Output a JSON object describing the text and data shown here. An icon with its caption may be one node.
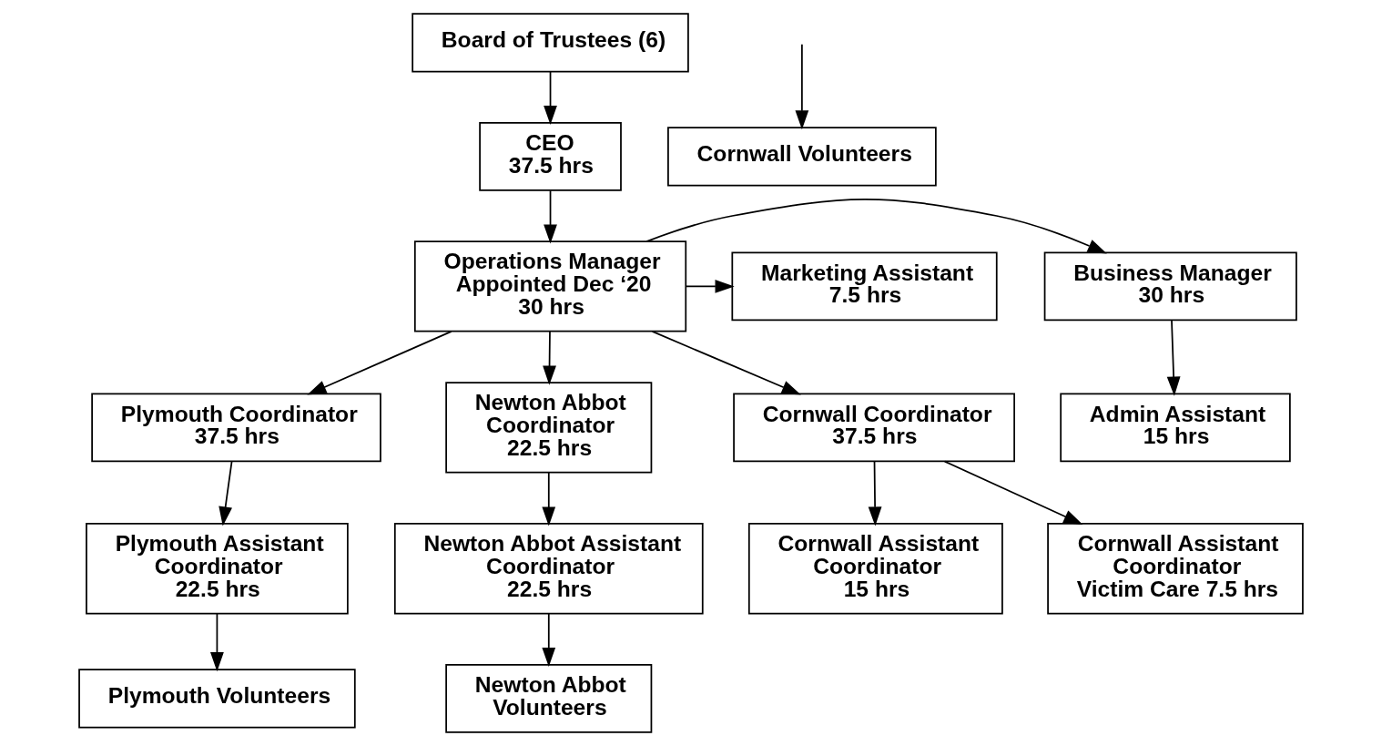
{
  "diagram": {
    "nodes": [
      {
        "text": [
          "Board of Trustees (6)"
        ]
      },
      {
        "text": [
          "CEO",
          "37.5 hrs"
        ]
      },
      {
        "text": [
          "Business Manager",
          "30 hrs"
        ]
      },
      {
        "text": [
          "Operations Manager",
          "Appointed Dec ‘20",
          "30 hrs"
        ]
      },
      {
        "text": [
          "Marketing Assistant",
          "7.5 hrs"
        ]
      },
      {
        "text": [
          "Admin Assistant",
          "15 hrs"
        ]
      },
      {
        "text": [
          "Plymouth Coordinator",
          "37.5 hrs"
        ]
      },
      {
        "text": [
          "Newton Abbot Coordinator",
          "22.5 hrs"
        ]
      },
      {
        "text": [
          "Cornwall Coordinator",
          "37.5 hrs"
        ]
      },
      {
        "text": [
          "Plymouth Assistant Coordinator",
          "22.5 hrs"
        ]
      },
      {
        "text": [
          "Newton Abbot Assistant Coordinator",
          "22.5 hrs"
        ]
      },
      {
        "text": [
          "Cornwall Assistant Coordinator",
          "15 hrs"
        ]
      },
      {
        "text": [
          "Cornwall Assistant Coordinator",
          "Victim Care 7.5 hrs"
        ]
      },
      {
        "text": [
          "Plymouth Volunteers"
        ]
      },
      {
        "text": [
          "Newton Abbot Volunteers"
        ]
      },
      {
        "text": [
          "Cornwall Volunteers"
        ]
      }
    ],
    "edges": [
      {
        "from": 0,
        "to": 1,
        "arrow": "to"
      },
      {
        "from": 1,
        "to": 3,
        "arrow": "to"
      },
      {
        "from": 3,
        "to": 2,
        "arrow": "to"
      },
      {
        "from": 3,
        "to": 4,
        "arrow": "to"
      },
      {
        "from": 2,
        "to": 5,
        "arrow": "to"
      },
      {
        "from": 3,
        "to": 6,
        "arrow": "to"
      },
      {
        "from": 3,
        "to": 7,
        "arrow": "to"
      },
      {
        "from": 3,
        "to": 8,
        "arrow": "to"
      },
      {
        "from": 6,
        "to": 9,
        "arrow": "to"
      },
      {
        "from": 7,
        "to": 10,
        "arrow": "to"
      },
      {
        "from": 8,
        "to": 11,
        "arrow": "to"
      },
      {
        "from": 8,
        "to": 12,
        "arrow": "to"
      },
      {
        "from": 9,
        "to": 13,
        "arrow": "to"
      },
      {
        "from": 10,
        "to": 14,
        "arrow": "to"
      },
      {
        "from": null,
        "to": 15,
        "arrow": "to"
      }
    ]
  }
}
